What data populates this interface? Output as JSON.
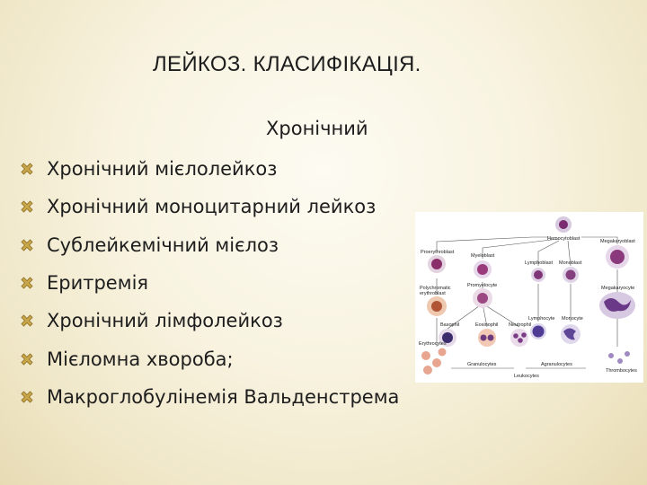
{
  "slide": {
    "title": "ЛЕЙКОЗ. КЛАСИФІКАЦІЯ.",
    "subtitle": "Хронічний",
    "items": [
      "Хронічний мієлолейкоз",
      "Хронічний моноцитарний лейкоз",
      "Сублейкемічний мієлоз",
      "Еритремія",
      "Хронічний лімфолейкоз",
      "Мієломна хвороба;",
      "Макроглобулінемія Вальденстрема"
    ],
    "bullet_icon": "x-bullet-icon",
    "accent_color": "#c9a64a"
  },
  "diagram": {
    "labels": {
      "hemocytoblast": "Hemocytoblast",
      "proerythroblast": "Proerythroblast",
      "myeloblast": "Myeloblast",
      "lymphoblast": "Lymphoblast",
      "monoblast": "Monoblast",
      "megakaryoblast": "Megakaryoblast",
      "polychromatic": "Polychromatic",
      "erythroblast": "erythroblast",
      "promyelocyte": "Promyelocyte",
      "megakaryocyte": "Megakaryocyte",
      "lymphocyte": "Lymphocyte",
      "monocyte": "Monocyte",
      "basophil": "Basophil",
      "eosinophil": "Eosinophil",
      "neutrophil": "Neutrophil",
      "erythrocytes": "Erythrocytes",
      "thrombocytes": "Thrombocytes",
      "granulocytes": "Granulocytes",
      "agranulocytes": "Agranulocytes",
      "leukocytes": "Leukocytes"
    }
  }
}
